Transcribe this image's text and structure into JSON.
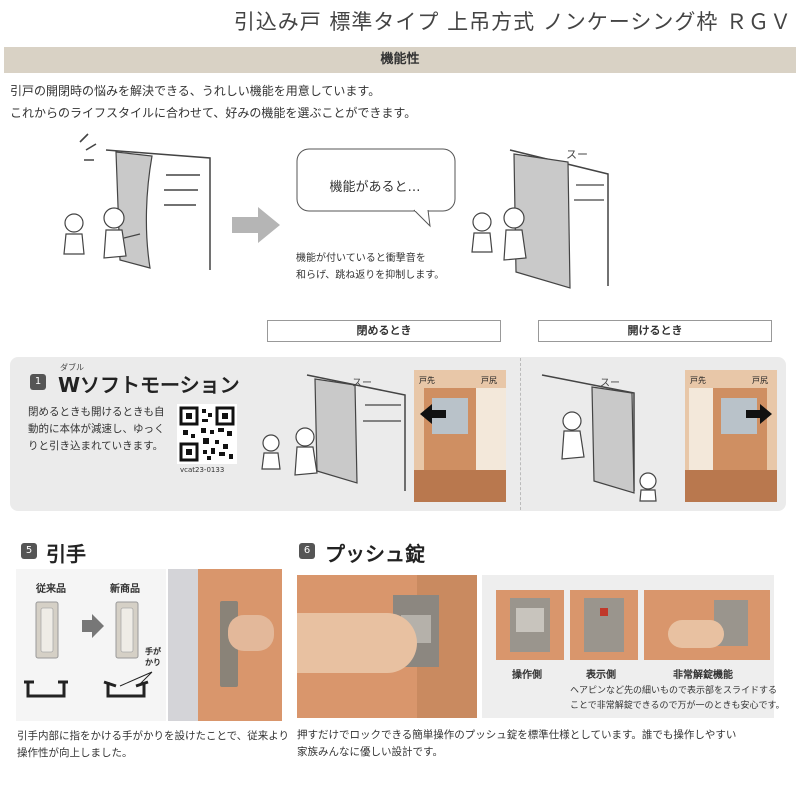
{
  "header": {
    "title": "引込み戸 標準タイプ 上吊方式 ノンケーシング枠 ＲＧＶ",
    "band_label": "機能性"
  },
  "intro": {
    "line1": "引戸の開閉時の悩みを解決できる、うれしい機能を用意しています。",
    "line2": "これからのライフスタイルに合わせて、好みの機能を選ぶことができます。"
  },
  "illustration": {
    "bubble_text": "機能があると…",
    "note_line1": "機能が付いていると衝撃音を",
    "note_line2": "和らげ、跳ね返りを抑制します。",
    "sound_text": "スー"
  },
  "labels": {
    "closing": "閉めるとき",
    "opening": "開けるとき"
  },
  "feature1": {
    "number": "1",
    "ruby": "ダブル",
    "title": "Wソフトモーション",
    "desc_line1": "閉めるときも開けるときも自",
    "desc_line2": "動的に本体が減速し、ゆっく",
    "desc_line3": "りと引き込まれていきます。",
    "qr_code_id": "vcat23-0133",
    "door_top_left": "戸先",
    "door_top_right": "戸尻"
  },
  "feature5": {
    "number": "5",
    "title": "引手",
    "old_label": "従来品",
    "new_label": "新商品",
    "grip_label_1": "手が",
    "grip_label_2": "かり",
    "desc_line1": "引手内部に指をかける手がかりを設けたことで、従来より",
    "desc_line2": "操作性が向上しました。"
  },
  "feature6": {
    "number": "6",
    "title": "プッシュ錠",
    "label_operate": "操作側",
    "label_display": "表示側",
    "label_emergency": "非常解錠機能",
    "note_line1": "ヘアピンなど先の細いもので表示部をスライドする",
    "note_line2": "ことで非常解錠できるので万が一のときも安心です。",
    "desc_line1": "押すだけでロックできる簡単操作のプッシュ錠を標準仕様としています。誰でも操作しやすい",
    "desc_line2": "家族みんなに優しい設計です。"
  },
  "colors": {
    "band": "#d9d2c5",
    "panel": "#ebebeb",
    "wood": "#d9966c",
    "door_gray": "#c9c9c9",
    "badge": "#555555"
  }
}
